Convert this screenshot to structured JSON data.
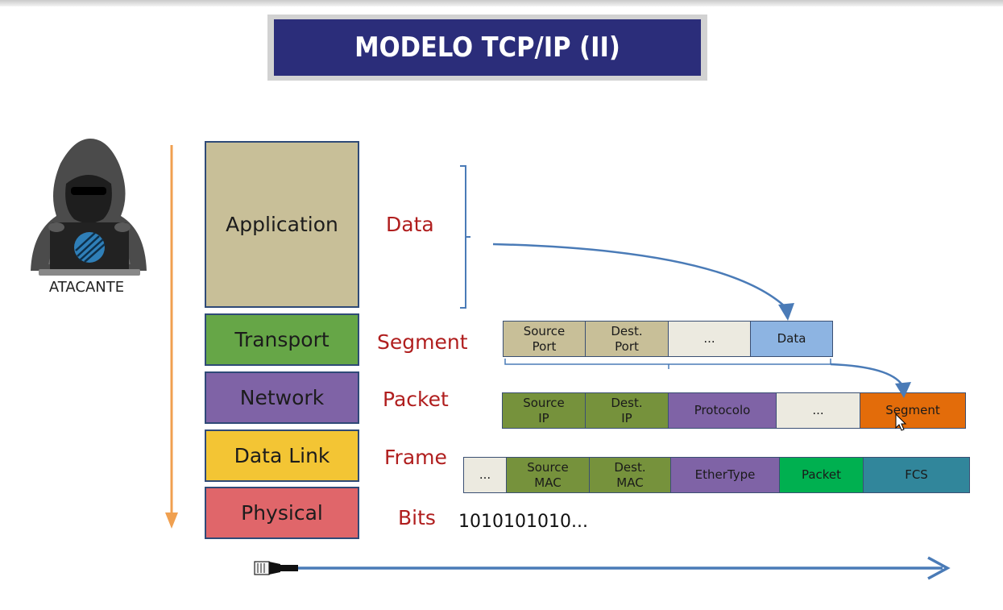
{
  "title": "MODELO TCP/IP (II)",
  "atacante_label": "ATACANTE",
  "layers": [
    {
      "label": "Application",
      "color": "#c8bf98"
    },
    {
      "label": "Transport",
      "color": "#66a647"
    },
    {
      "label": "Network",
      "color": "#7f63a6"
    },
    {
      "label": "Data Link",
      "color": "#f3c534"
    },
    {
      "label": "Physical",
      "color": "#e0666a"
    }
  ],
  "pdus": [
    "Data",
    "Segment",
    "Packet",
    "Frame",
    "Bits"
  ],
  "segment_fields": [
    "Source\nPort",
    "Dest.\nPort",
    "...",
    "Data"
  ],
  "packet_fields": [
    "Source\nIP",
    "Dest.\nIP",
    "Protocolo",
    "...",
    "Segment"
  ],
  "frame_fields": [
    "...",
    "Source\nMAC",
    "Dest.\nMAC",
    "EtherType",
    "Packet",
    "FCS"
  ],
  "bits_value": "1010101010...",
  "colors": {
    "title_bg": "#2b2d7a",
    "pdu_text": "#b01e1e",
    "down_arrow": "#f0a050",
    "flow_arrow": "#4a7bb7",
    "tan": "#c8bf98",
    "olive": "#76923c",
    "light": "#eceae0",
    "sky": "#8db4e2",
    "purple": "#7f63a6",
    "orange": "#e36c0a",
    "green": "#00b050",
    "teal": "#31869b"
  },
  "icons": {
    "hacker": "hacker-icon",
    "cable": "ethernet-cable-icon"
  }
}
